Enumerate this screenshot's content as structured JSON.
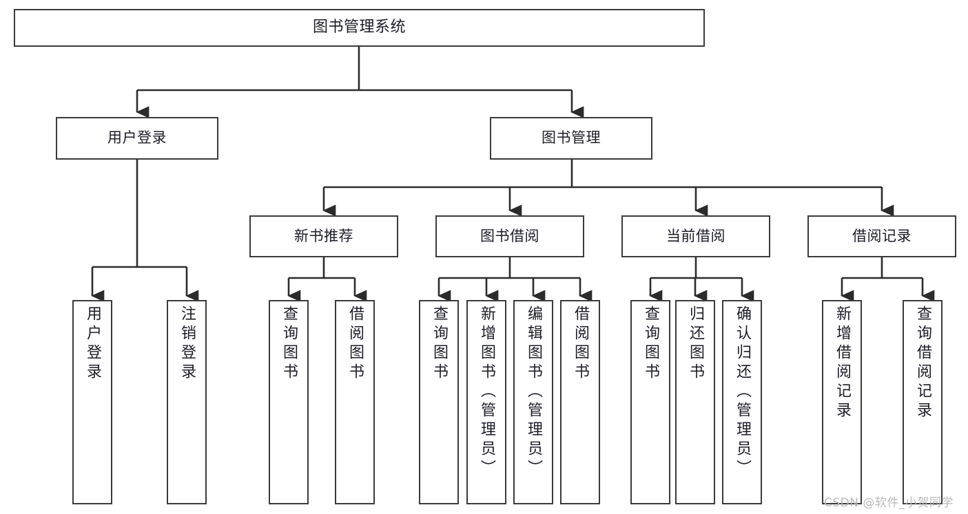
{
  "diagram": {
    "type": "hierarchy-tree",
    "title": "图书管理系统",
    "orientation": "top-down",
    "colors": {
      "box_border": "#3a3a3a",
      "box_fill": "#ffffff",
      "connector": "#2b2b2b",
      "text": "#1c1c28",
      "watermark": "#b9b9b9",
      "background": "#ffffff"
    },
    "root": {
      "label": "图书管理系统"
    },
    "level2": [
      {
        "label": "用户登录"
      },
      {
        "label": "图书管理"
      }
    ],
    "level3": [
      {
        "label": "新书推荐"
      },
      {
        "label": "图书借阅"
      },
      {
        "label": "当前借阅"
      },
      {
        "label": "借阅记录"
      }
    ],
    "leaves": {
      "user_login": [
        {
          "label": "用户登录"
        },
        {
          "label": "注销登录"
        }
      ],
      "new_book_recommend": [
        {
          "label": "查询图书"
        },
        {
          "label": "借阅图书"
        }
      ],
      "book_borrow": [
        {
          "label": "查询图书"
        },
        {
          "label": "新增图书（管理员）"
        },
        {
          "label": "编辑图书（管理员）"
        },
        {
          "label": "借阅图书"
        }
      ],
      "current_borrow": [
        {
          "label": "查询图书"
        },
        {
          "label": "归还图书"
        },
        {
          "label": "确认归还（管理员）"
        }
      ],
      "borrow_record": [
        {
          "label": "新增借阅记录"
        },
        {
          "label": "查询借阅记录"
        }
      ]
    }
  },
  "watermark": {
    "text": "CSDN @软件_小贺同学"
  }
}
